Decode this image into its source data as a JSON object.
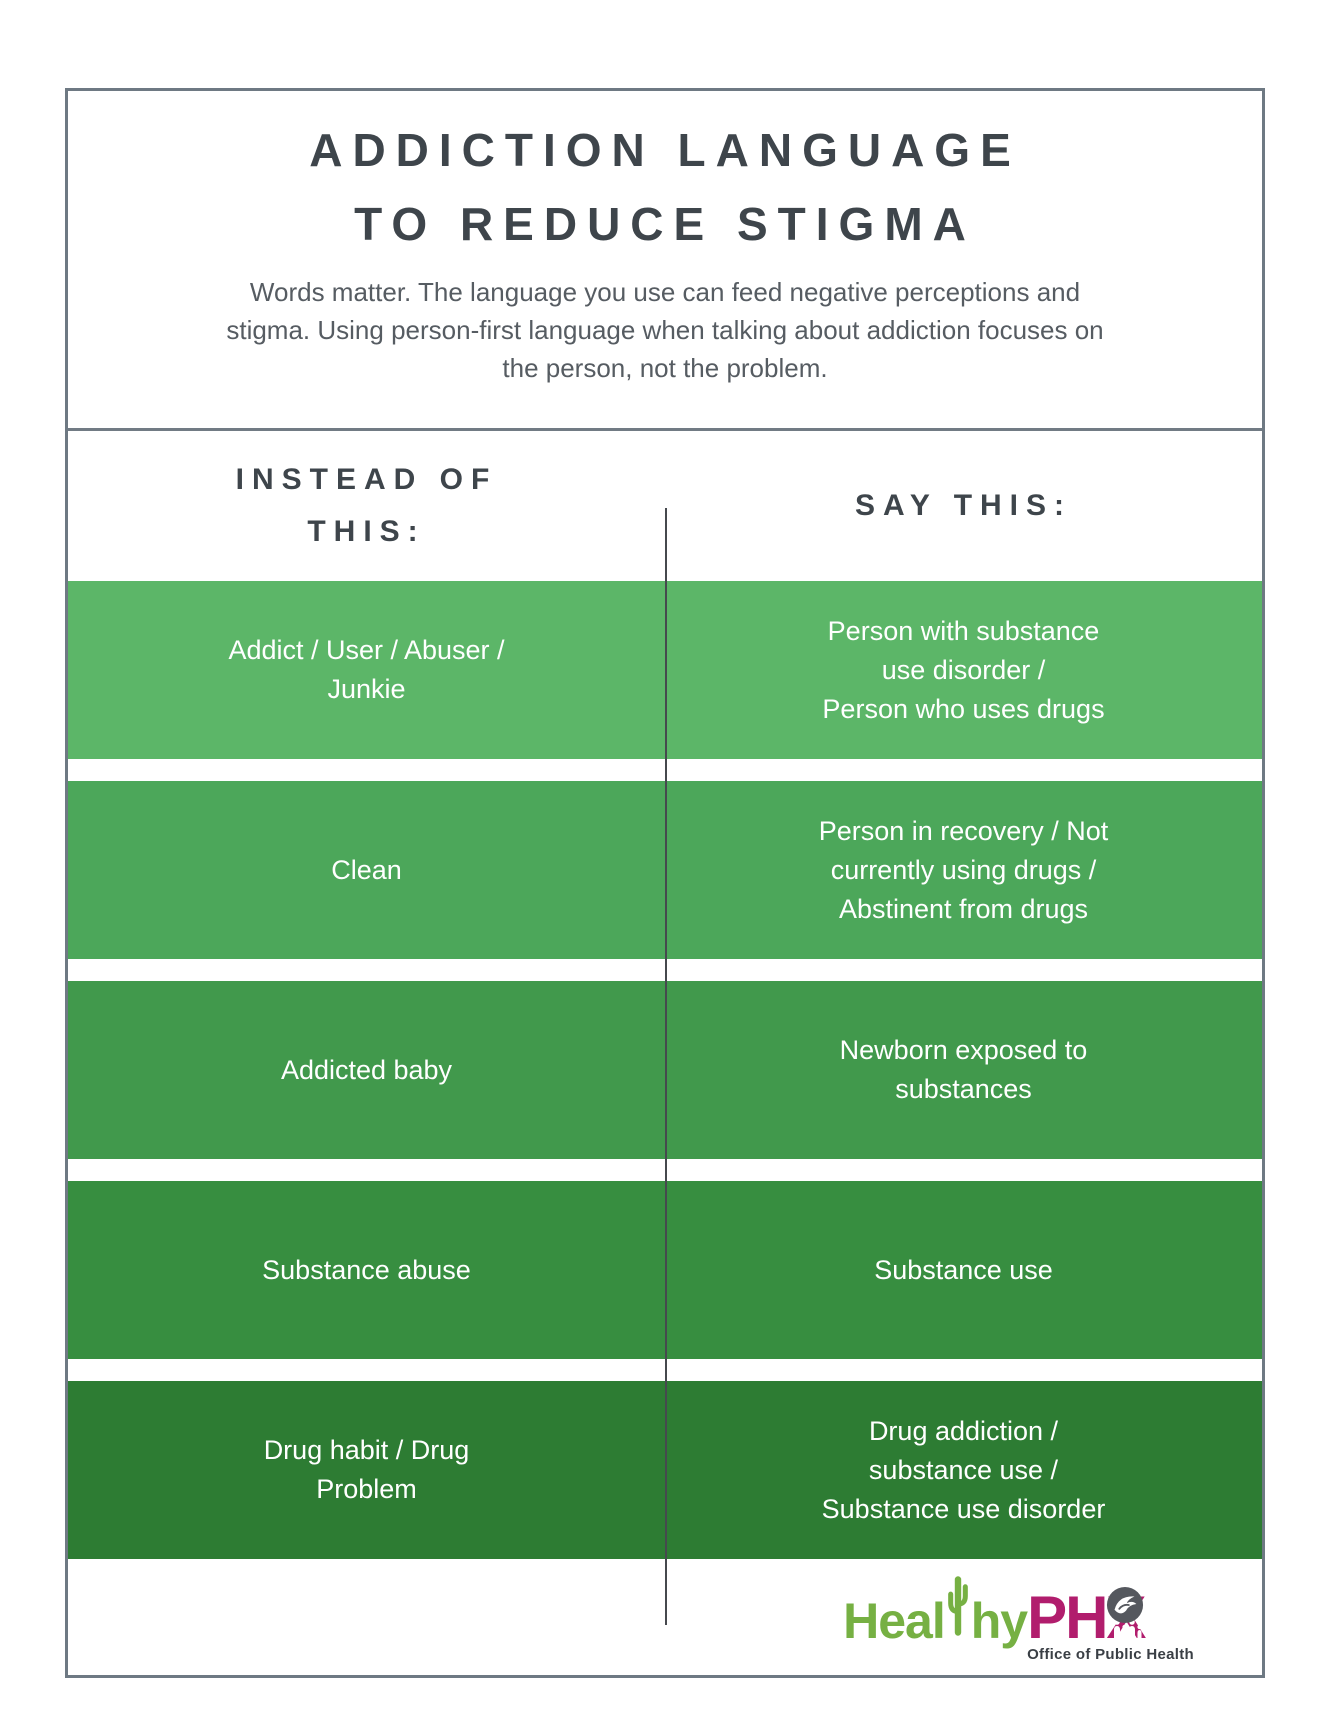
{
  "header": {
    "title_line1": "ADDICTION LANGUAGE",
    "title_line2": "TO REDUCE STIGMA",
    "subtitle": "Words matter. The language you use can feed negative perceptions and\nstigma. Using person-first language when talking about addiction focuses on\nthe person, not the problem."
  },
  "table": {
    "left_header": "INSTEAD OF\nTHIS:",
    "right_header": "SAY THIS:",
    "rows": [
      {
        "instead": "Addict / User / Abuser /\nJunkie",
        "say": "Person with substance\nuse disorder /\nPerson who uses drugs",
        "color": "#5cb668"
      },
      {
        "instead": "Clean",
        "say": "Person in recovery / Not\ncurrently using drugs /\nAbstinent from drugs",
        "color": "#4ca75a"
      },
      {
        "instead": "Addicted baby",
        "say": "Newborn exposed to\nsubstances",
        "color": "#41994c"
      },
      {
        "instead": "Substance abuse",
        "say": "Substance use",
        "color": "#378e40"
      },
      {
        "instead": "Drug habit / Drug\nProblem",
        "say": "Drug addiction /\nsubstance use /\nSubstance use disorder",
        "color": "#2d7c33"
      }
    ]
  },
  "logo": {
    "brand_green_part1": "Heal",
    "brand_green_part2": "hy",
    "brand_magenta": "PHX",
    "tagline": "Office of Public Health",
    "green": "#76b043",
    "magenta": "#b11d6d",
    "circle_gray": "#55585e"
  }
}
